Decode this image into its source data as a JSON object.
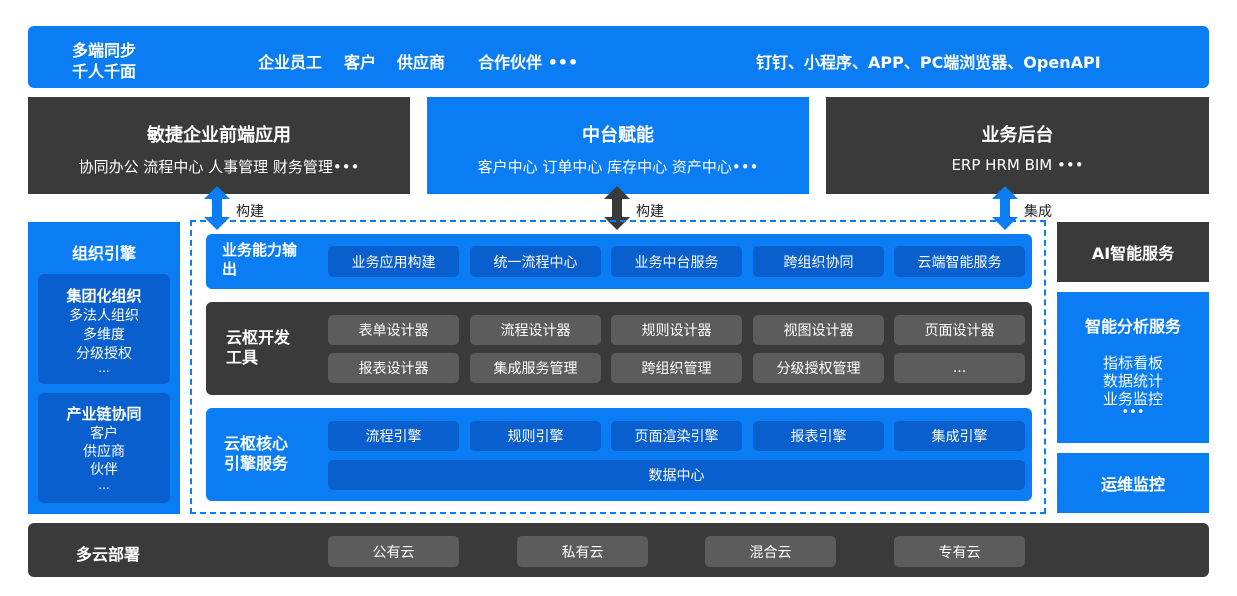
{
  "top_bar": {
    "title_line1": "多端同步",
    "title_line2": "千人千面",
    "users": [
      "企业员工",
      "客户",
      "供应商",
      "合作伙伴 •••"
    ],
    "channels": "钉钉、小程序、APP、PC端浏览器、OpenAPI"
  },
  "front_apps": {
    "title": "敏捷企业前端应用",
    "items": "协同办公  流程中心  人事管理  财务管理•••"
  },
  "middle_platform": {
    "title": "中台赋能",
    "items": "客户中心  订单中心  库存中心  资产中心•••"
  },
  "backend": {
    "title": "业务后台",
    "items": "ERP   HRM   BIM   •••"
  },
  "arrows": [
    "构建",
    "构建",
    "集成"
  ],
  "org_engine": {
    "title": "组织引擎",
    "group": {
      "title": "集团化组织",
      "lines": [
        "多法人组织",
        "多维度",
        "分级授权",
        "..."
      ]
    },
    "chain": {
      "title": "产业链协同",
      "lines": [
        "客户",
        "供应商",
        "伙伴",
        "..."
      ]
    }
  },
  "biz_output": {
    "title": "业务能力输出",
    "chips": [
      "业务应用构建",
      "统一流程中心",
      "业务中台服务",
      "跨组织协同",
      "云端智能服务"
    ]
  },
  "dev_tools": {
    "title": "云枢开发工具",
    "row1": [
      "表单设计器",
      "流程设计器",
      "规则设计器",
      "视图设计器",
      "页面设计器"
    ],
    "row2": [
      "报表设计器",
      "集成服务管理",
      "跨组织管理",
      "分级授权管理",
      "..."
    ]
  },
  "core_engine": {
    "title": "云枢核心引擎服务",
    "chips": [
      "流程引擎",
      "规则引擎",
      "页面渲染引擎",
      "报表引擎",
      "集成引擎"
    ],
    "data_center": "数据中心"
  },
  "right": {
    "ai": "AI智能服务",
    "analysis_title": "智能分析服务",
    "analysis_lines": [
      "指标看板",
      "数据统计",
      "业务监控",
      "•••"
    ],
    "ops": "运维监控"
  },
  "deploy": {
    "title": "多云部署",
    "chips": [
      "公有云",
      "私有云",
      "混合云",
      "专有云"
    ]
  }
}
